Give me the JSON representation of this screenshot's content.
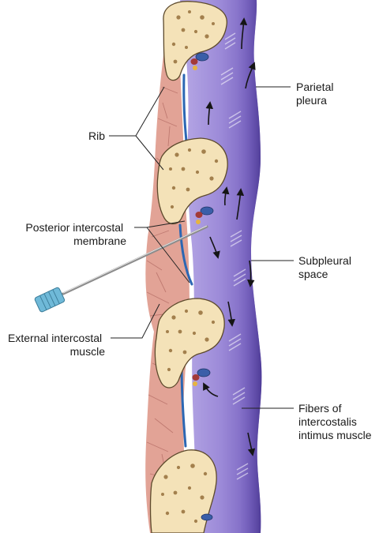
{
  "labels": {
    "rib": "Rib",
    "parietal_pleura": [
      "Parietal",
      "pleura"
    ],
    "posterior_membrane": [
      "Posterior intercostal",
      "membrane"
    ],
    "subpleural_space": [
      "Subpleural",
      "space"
    ],
    "external_muscle": [
      "External intercostal",
      "muscle"
    ],
    "intimus_fibers": [
      "Fibers of",
      "intercostalis",
      "intimus muscle"
    ]
  },
  "colors": {
    "pleura": "#7f69c6",
    "pleura_light": "#b7a9e6",
    "muscle": "#e2a396",
    "muscle_line": "#b9726a",
    "membrane": "#2c67b3",
    "bone": "#f4e2b8",
    "bone_pore": "#a3804d",
    "needle_hub": "#6fb9d8"
  }
}
